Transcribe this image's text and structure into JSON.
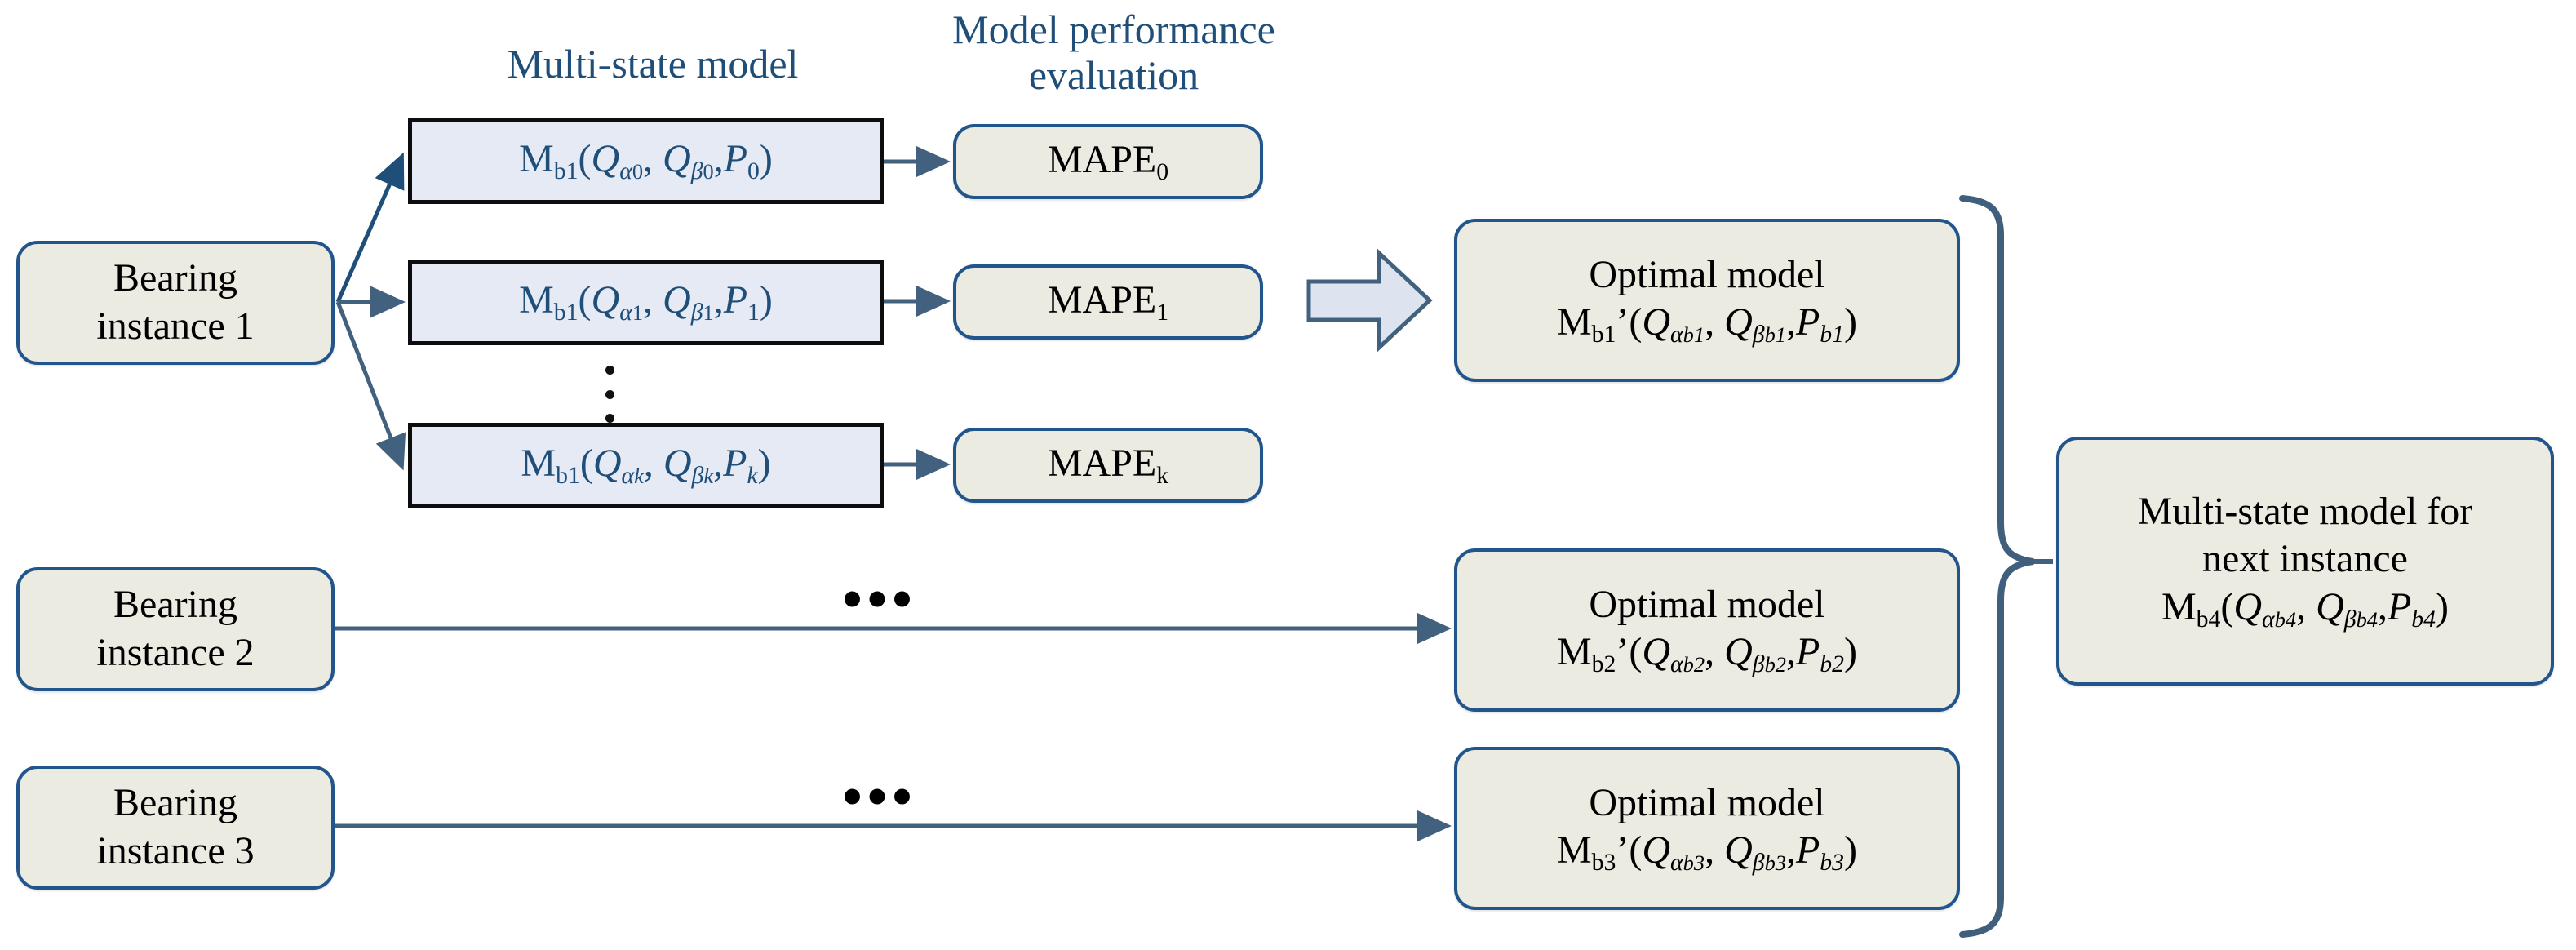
{
  "headers": {
    "multi_state_model": "Multi-state model",
    "model_performance_evaluation": "Model performance\nevaluation"
  },
  "instances": [
    {
      "id": "b1",
      "label": "Bearing\ninstance 1"
    },
    {
      "id": "b2",
      "label": "Bearing\ninstance 2"
    },
    {
      "id": "b3",
      "label": "Bearing\ninstance 3"
    }
  ],
  "candidate_models": [
    {
      "base": "M",
      "base_sub": "b1",
      "q_alpha": "Q",
      "alpha_sub": "0",
      "q_beta": "Q",
      "beta_sub": "0",
      "p": "P",
      "p_sub": "0",
      "plain": "M_b1(Q_a0, Q_B0, P_0)"
    },
    {
      "base": "M",
      "base_sub": "b1",
      "q_alpha": "Q",
      "alpha_sub": "1",
      "q_beta": "Q",
      "beta_sub": "1",
      "p": "P",
      "p_sub": "1",
      "plain": "M_b1(Q_a1, Q_B1, P_1)"
    },
    {
      "base": "M",
      "base_sub": "b1",
      "q_alpha": "Q",
      "alpha_sub": "k",
      "q_beta": "Q",
      "beta_sub": "k",
      "p": "P",
      "p_sub": "k",
      "plain": "M_b1(Q_ak, Q_Bk, P_k)"
    }
  ],
  "metrics": [
    {
      "name": "MAPE",
      "sub": "0"
    },
    {
      "name": "MAPE",
      "sub": "1"
    },
    {
      "name": "MAPE",
      "sub": "k"
    }
  ],
  "optimal_models": [
    {
      "title": "Optimal model",
      "base": "M",
      "base_sub": "b1",
      "prime": "’",
      "alpha_sub": "b1",
      "beta_sub": "b1",
      "p_sub": "b1"
    },
    {
      "title": "Optimal model",
      "base": "M",
      "base_sub": "b2",
      "prime": "’",
      "alpha_sub": "b2",
      "beta_sub": "b2",
      "p_sub": "b2"
    },
    {
      "title": "Optimal model",
      "base": "M",
      "base_sub": "b3",
      "prime": "’",
      "alpha_sub": "b3",
      "beta_sub": "b3",
      "p_sub": "b3"
    }
  ],
  "next_instance": {
    "title_line1": "Multi-state model for",
    "title_line2": "next instance",
    "base": "M",
    "base_sub": "b4",
    "alpha_sub": "b4",
    "beta_sub": "b4",
    "p_sub": "b4"
  },
  "symbols": {
    "Q": "Q",
    "P": "P",
    "alpha": "α",
    "beta": "β",
    "comma": ",",
    "lparen": "(",
    "rparen": ")",
    "horizontal_ellipsis": "•••"
  },
  "colors": {
    "header_blue": "#1f4e79",
    "model_box_fill": "#e6eaf4",
    "model_box_border": "#0d0d0d",
    "model_text": "#1f4e79",
    "beige_fill": "#ecebe1",
    "beige_border": "#22558c",
    "connector": "#41617f",
    "chevron_fill": "#dde3ef",
    "chevron_border": "#41617f",
    "brace": "#3f5f7d"
  }
}
